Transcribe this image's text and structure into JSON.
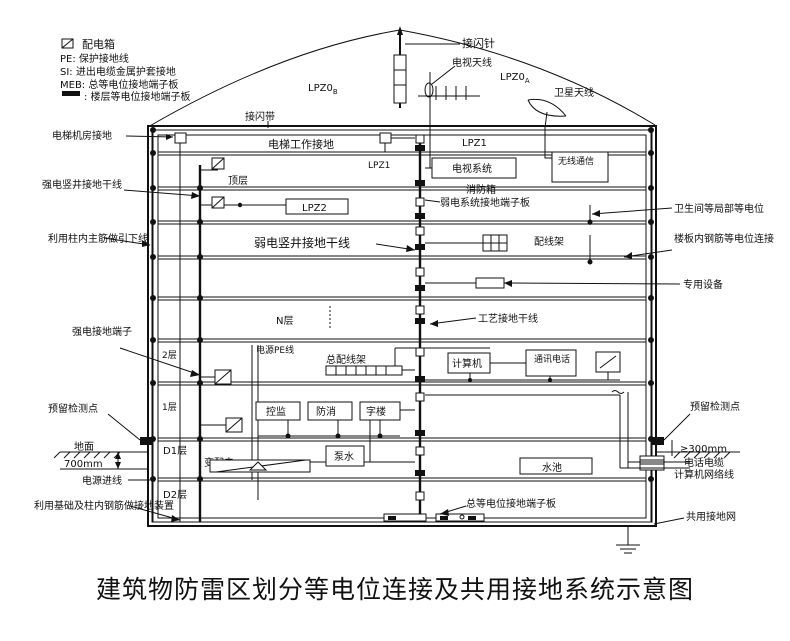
{
  "legend": {
    "dist_box": "配电箱",
    "pe": "PE: 保护接地线",
    "si": "SI: 进出电缆金属护套接地",
    "meb": "MEB: 总等电位接地端子板",
    "floor_eq": ": 楼层等电位接地端子板"
  },
  "labels": {
    "lightning_rod": "接闪针",
    "tv_antenna": "电视天线",
    "lpz0b": "LPZ0",
    "lpz0b_sub": "B",
    "lpz0a": "LPZ0",
    "lpz0a_sub": "A",
    "satellite": "卫星天线",
    "air_term_belt": "接闪带",
    "elevator_room_ground": "电梯机房接地",
    "elevator_work_ground": "电梯工作接地",
    "lpz1_top": "LPZ1",
    "lpz1": "LPZ1",
    "tv_system": "电视系统",
    "wireless": "无线通信",
    "top_floor": "顶层",
    "fire_box": "消防箱",
    "weak_terminal": "弱电系统接地端子板",
    "lpz2": "LPZ2",
    "bathroom": "卫生间等局部等电位",
    "strong_riser": "强电竖井接地干线",
    "column_rebar": "利用柱内主筋做引下线",
    "weak_riser": "弱电竖井接地干线",
    "rack": "配线架",
    "slab_rebar": "楼板内钢筋等电位连接",
    "special_equip": "专用设备",
    "n_floor": "N层",
    "process_trunk": "工艺接地干线",
    "strong_terminal": "强电接地端子",
    "floor_2": "2层",
    "power_pe": "电源PE线",
    "main_frame": "总配线架",
    "computer": "计算机",
    "comm_equip": "通讯电话",
    "floor_1": "1层",
    "test_point_left": "预留检测点",
    "test_point_right": "预留检测点",
    "control": "控监",
    "fire": "防消",
    "words": "字楼",
    "ground_surface": "地面",
    "depth": "700mm",
    "b1": "D1层",
    "distance_300": "≥300mm",
    "transformer": "变配电",
    "pump": "泵水",
    "power_in": "电源进线",
    "water_pool": "水池",
    "phone_cable": "电话电缆",
    "network_cable": "计算机网络线",
    "b2": "D2层",
    "meb_label": "总等电位接地端子板",
    "foundation": "利用基础及柱内钢筋做接地装置",
    "common_grid": "共用接地网"
  },
  "caption": "建筑物防雷区划分等电位连接及共用接地系统示意图"
}
